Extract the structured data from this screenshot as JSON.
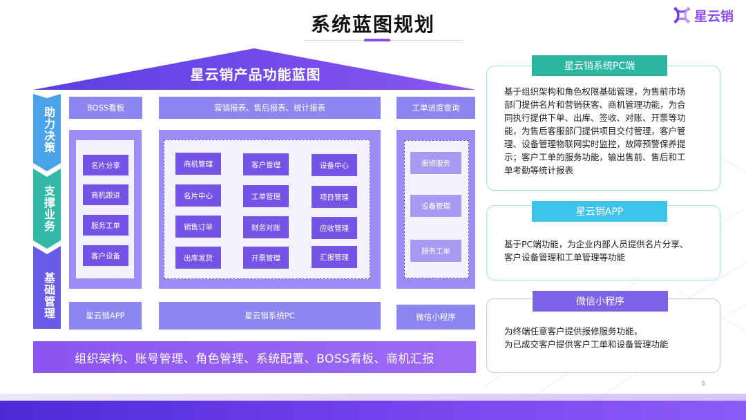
{
  "header": {
    "title": "系统蓝图规划",
    "logo_text": "星云销"
  },
  "blueprint": {
    "roof_title": "星云销产品功能蓝图",
    "side_labels": [
      "助力决策",
      "支撑业务",
      "基础管理"
    ],
    "top_row": [
      "BOSS看板",
      "营销报表、售后报表、统计报表",
      "工单进度查询"
    ],
    "left_items": [
      "名片分享",
      "商机跟进",
      "服务工单",
      "客户设备"
    ],
    "middle_items": [
      [
        "商机管理",
        "客户管理",
        "设备中心"
      ],
      [
        "名片中心",
        "工单管理",
        "项目管理"
      ],
      [
        "销售订单",
        "财务对账",
        "应收管理"
      ],
      [
        "出库发货",
        "开票管理",
        "汇报管理"
      ]
    ],
    "right_items": [
      "报修服务",
      "设备管理",
      "服务工单"
    ],
    "bottom_row": [
      "星云销APP",
      "星云销系统PC",
      "微信小程序"
    ],
    "base_bar": "组织架构、账号管理、角色管理、系统配置、BOSS看板、商机汇报"
  },
  "cards": [
    {
      "title": "星云销系统PC端",
      "lines": [
        "基于组织架构和角色权限基础管理，为售前市场",
        "部门提供名片和营销获客、商机管理功能，为合",
        "同执行提供下单、出库、签收、对账、开票等功",
        "能，为售后客服部门提供项目交付管理，客户管",
        "理、设备管理物联网实时监控，故障预警保养提",
        "示；客户工单的服务功能，输出售前、售后和工",
        "单考勤等统计报表"
      ]
    },
    {
      "title": "星云销APP",
      "lines": [
        "基于PC端功能，为企业内部人员提供名片分享、",
        "客户设备管理和工单管理等功能"
      ]
    },
    {
      "title": "微信小程序",
      "lines": [
        "为终端任意客户提供报修服务功能，",
        "为已成交客户提供客户工单和设备管理功能"
      ]
    }
  ],
  "footer": {
    "page_number": "5"
  },
  "colors": {
    "purple": "#8a4cf0",
    "teal": "#2cb6a0",
    "sky": "#3ec3ea",
    "violet": "#7b62e6"
  }
}
